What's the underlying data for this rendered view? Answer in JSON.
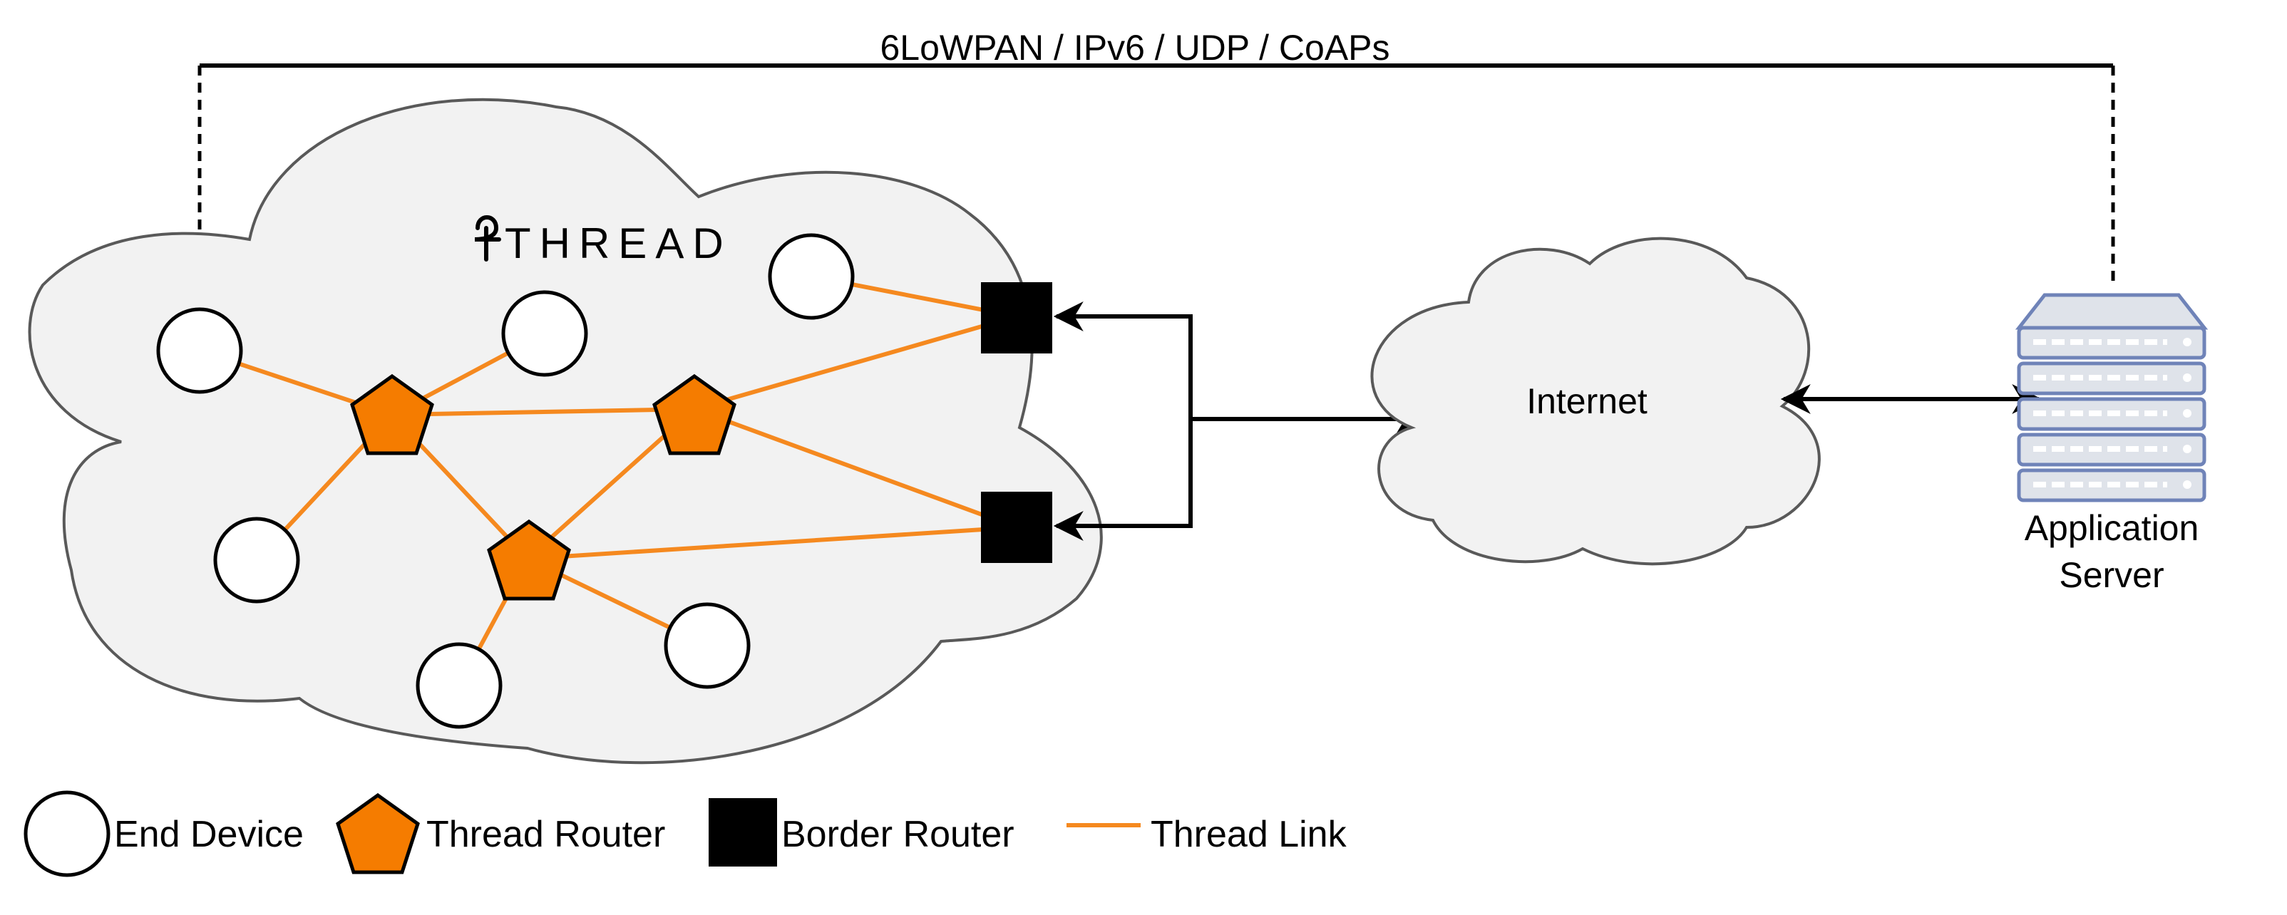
{
  "top_label": "6LoWPAN / IPv6 / UDP / CoAPs",
  "thread_logo": "THREAD",
  "internet_label": "Internet",
  "server_label_line1": "Application",
  "server_label_line2": "Server",
  "legend": {
    "end_device": "End Device",
    "thread_router": "Thread Router",
    "border_router": "Border Router",
    "thread_link": "Thread Link"
  },
  "colors": {
    "cloud_fill": "#f2f2f2",
    "cloud_stroke": "#595959",
    "router_fill": "#f57c00",
    "link": "#f5891f",
    "server_fill": "#dfe3ea",
    "server_stroke": "#6f83b8"
  }
}
